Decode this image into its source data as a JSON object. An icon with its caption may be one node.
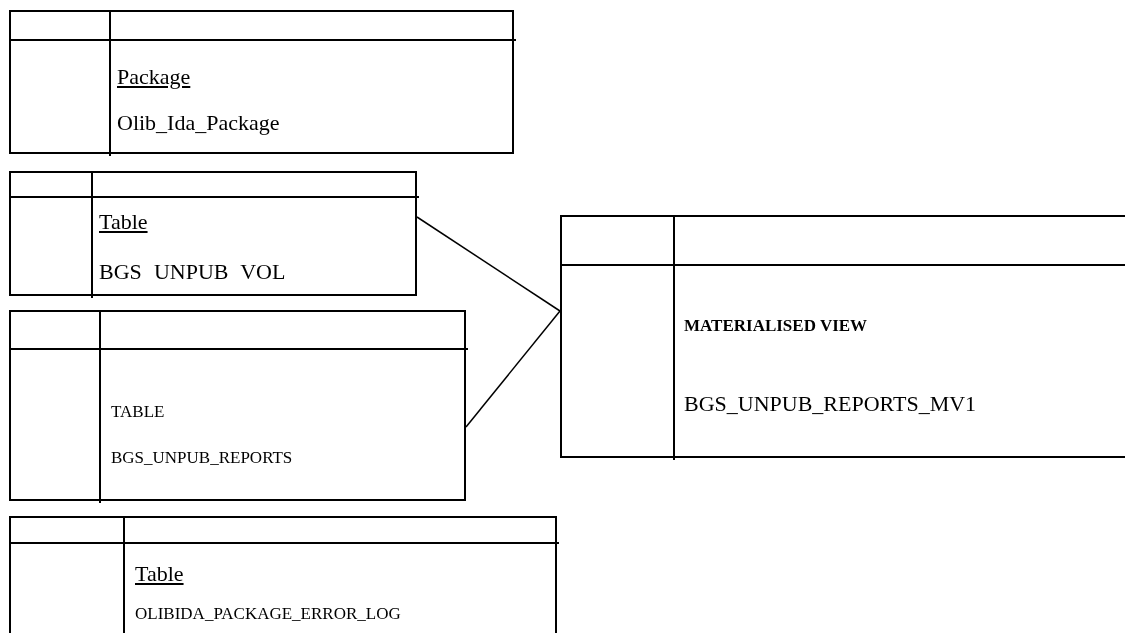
{
  "diagram": {
    "nodes": [
      {
        "text": [
          "Package",
          "Olib_Ida_Package"
        ]
      },
      {
        "text": [
          "Table",
          "BGS UNPUB VOL"
        ]
      },
      {
        "text": [
          "TABLE",
          "BGS_UNPUB_REPORTS"
        ]
      },
      {
        "text": [
          "MATERIALISED VIEW",
          "BGS_UNPUB_REPORTS_MV1"
        ]
      },
      {
        "text": [
          "Table",
          "OLIBIDA_PACKAGE_ERROR_LOG"
        ]
      }
    ],
    "edges": [
      {
        "from": 1,
        "to": 3,
        "arrow": "none"
      },
      {
        "from": 2,
        "to": 3,
        "arrow": "none"
      }
    ]
  }
}
